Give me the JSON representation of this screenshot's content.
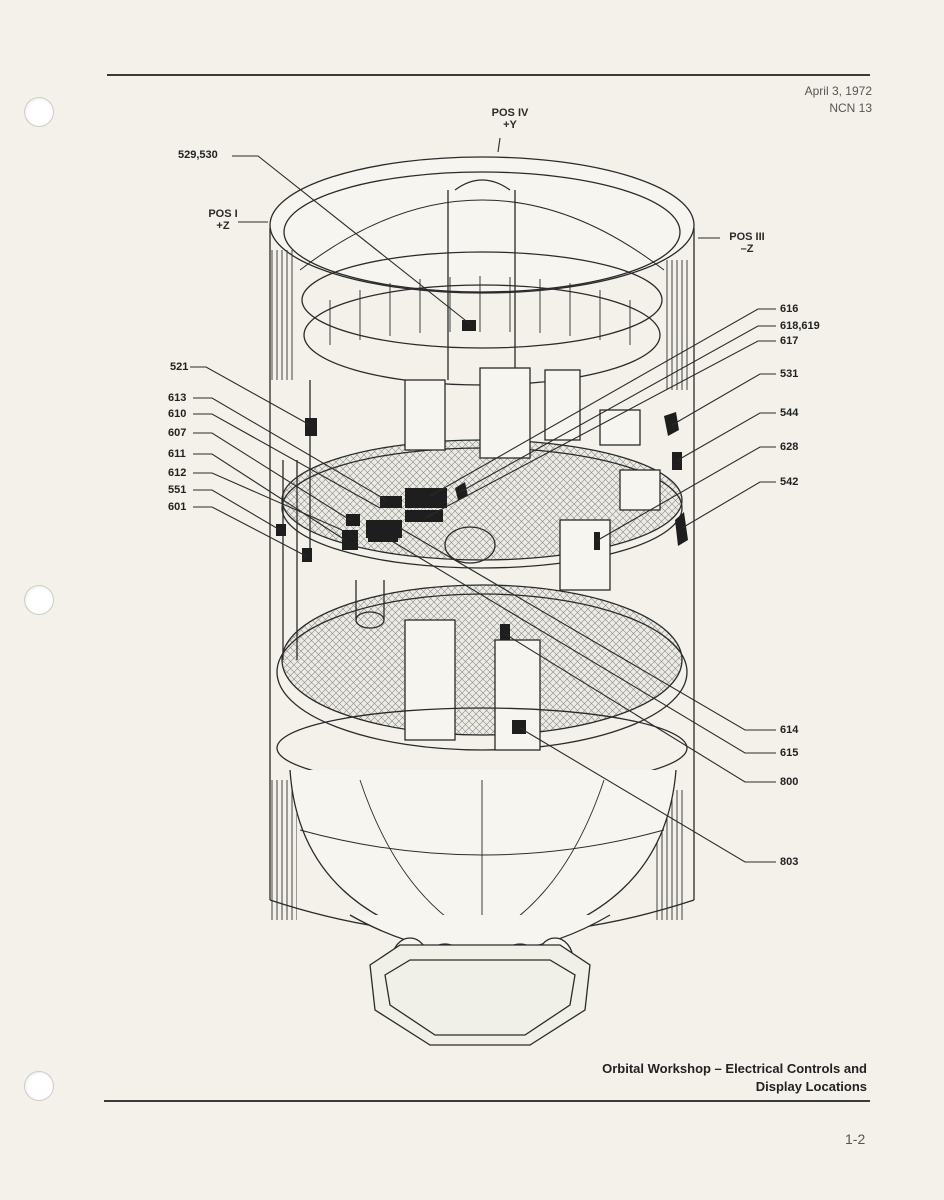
{
  "header": {
    "date": "April 3, 1972",
    "ncn": "NCN 13"
  },
  "positions": {
    "pos_iv": {
      "line1": "POS IV",
      "line2": "+Y"
    },
    "pos_i": {
      "line1": "POS I",
      "line2": "+Z"
    },
    "pos_iii": {
      "line1": "POS III",
      "line2": "–Z"
    }
  },
  "callouts": {
    "left": [
      "529,530",
      "521",
      "613",
      "610",
      "607",
      "611",
      "612",
      "551",
      "601"
    ],
    "right": [
      "616",
      "618,619",
      "617",
      "531",
      "544",
      "628",
      "542",
      "614",
      "615",
      "800",
      "803"
    ]
  },
  "caption": {
    "line1": "Orbital Workshop – Electrical Controls and",
    "line2": "Display Locations"
  },
  "page_number": "1-2",
  "colors": {
    "paper": "#f3f1ea",
    "ink": "#2a2a2a",
    "hatch": "#8a8a8a"
  }
}
